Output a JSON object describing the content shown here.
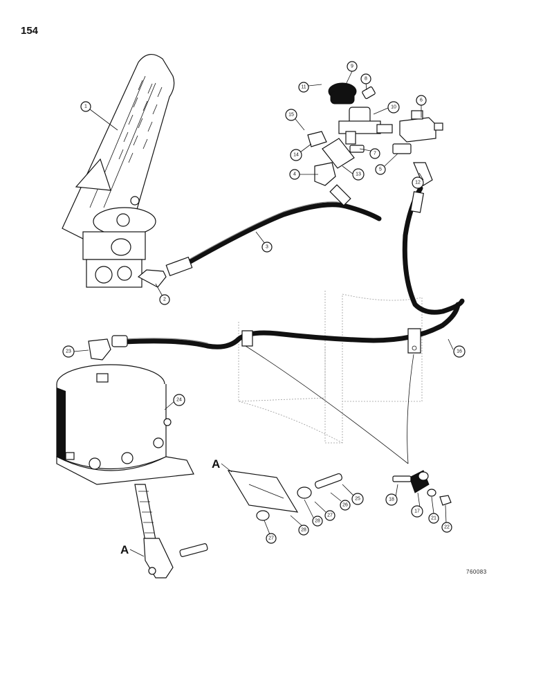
{
  "page": {
    "number": "154",
    "drawing_code": "760083"
  },
  "section_marker": "A",
  "callouts": [
    {
      "id": "c1",
      "text": "1"
    },
    {
      "id": "c2",
      "text": "2"
    },
    {
      "id": "c3",
      "text": "3"
    },
    {
      "id": "c4",
      "text": "4"
    },
    {
      "id": "c5",
      "text": "5"
    },
    {
      "id": "c6",
      "text": "6"
    },
    {
      "id": "c7",
      "text": "7"
    },
    {
      "id": "c8",
      "text": "8"
    },
    {
      "id": "c9",
      "text": "9"
    },
    {
      "id": "c10",
      "text": "10"
    },
    {
      "id": "c11",
      "text": "11"
    },
    {
      "id": "c12",
      "text": "12"
    },
    {
      "id": "c13",
      "text": "13"
    },
    {
      "id": "c14",
      "text": "14"
    },
    {
      "id": "c15",
      "text": "15"
    },
    {
      "id": "c16",
      "text": "16"
    },
    {
      "id": "c17",
      "text": "17"
    },
    {
      "id": "c18",
      "text": "18"
    },
    {
      "id": "c21",
      "text": "21"
    },
    {
      "id": "c22",
      "text": "22"
    },
    {
      "id": "c23",
      "text": "23"
    },
    {
      "id": "c24",
      "text": "24"
    },
    {
      "id": "c25",
      "text": "25"
    },
    {
      "id": "c26",
      "text": "26"
    },
    {
      "id": "c27a",
      "text": "27"
    },
    {
      "id": "c28a",
      "text": "28"
    },
    {
      "id": "c27b",
      "text": "27"
    },
    {
      "id": "c28b",
      "text": "28"
    }
  ]
}
